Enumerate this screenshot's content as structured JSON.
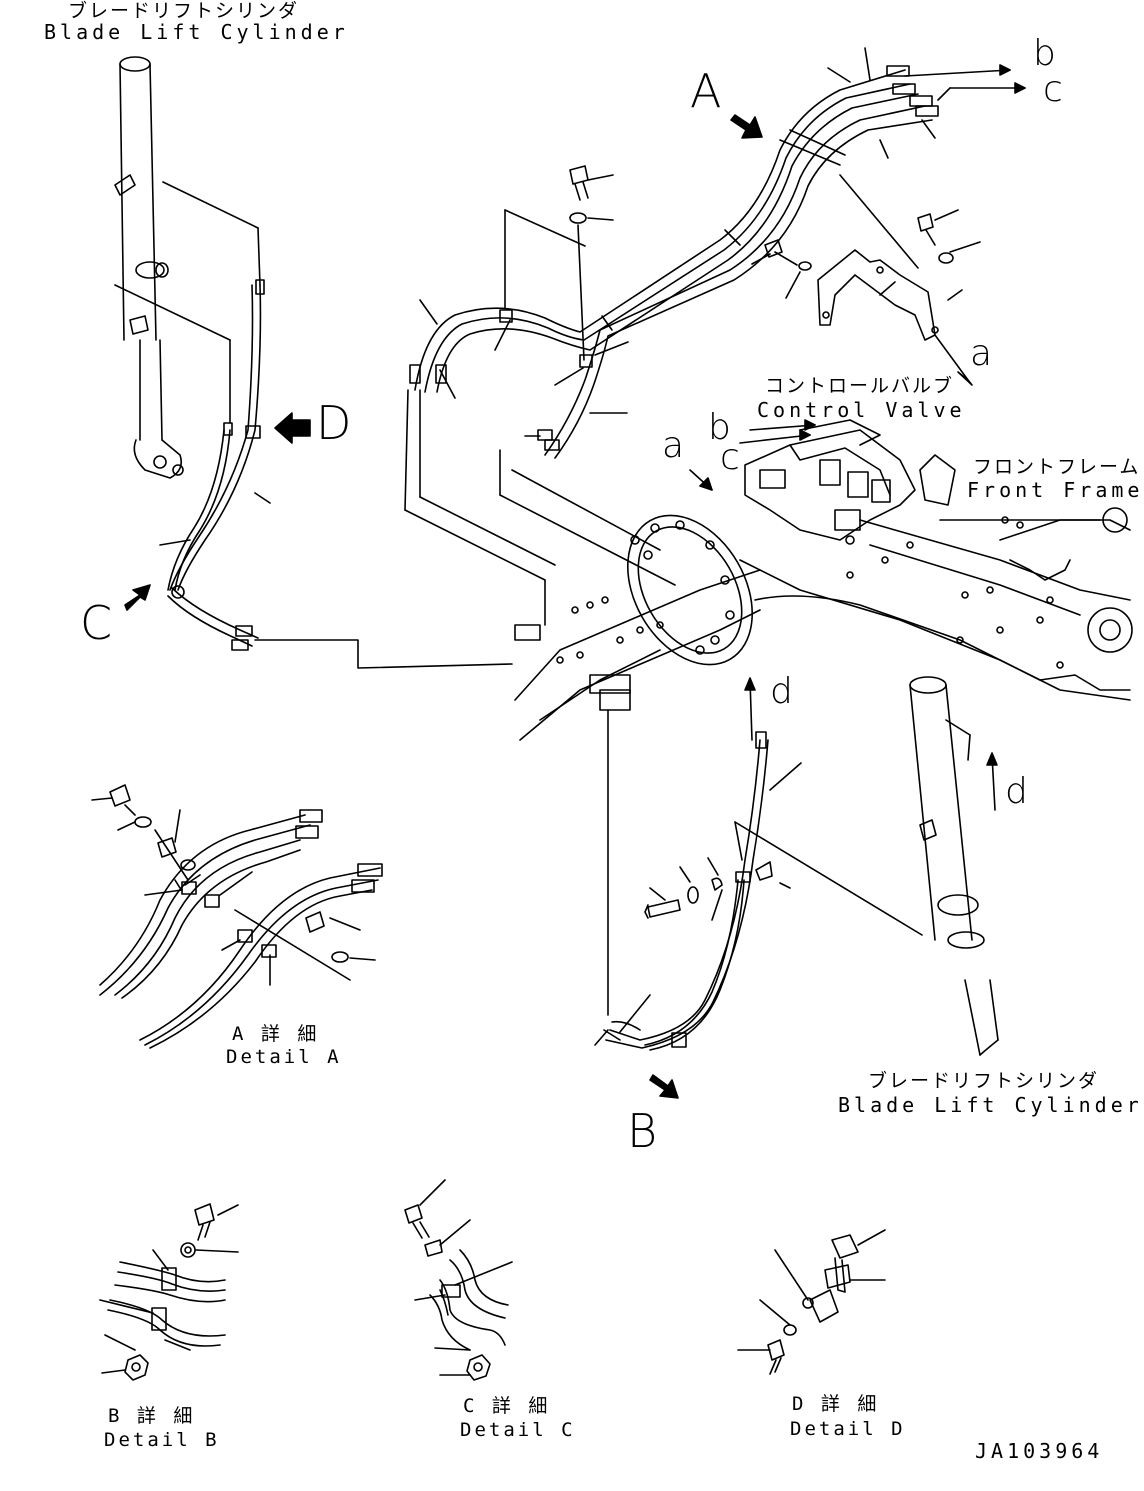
{
  "labels": {
    "blade_lift_cylinder_jp": "ブレードリフトシリンダ",
    "blade_lift_cylinder_en": "Blade Lift Cylinder",
    "control_valve_jp": "コントロールバルブ",
    "control_valve_en": "Control Valve",
    "front_frame_jp": "フロントフレーム",
    "front_frame_en": "Front Frame"
  },
  "views": {
    "A": "A",
    "B": "B",
    "C": "C",
    "D": "D"
  },
  "connections": {
    "a": "a",
    "b": "b",
    "c": "c",
    "d": "d"
  },
  "details": {
    "A": {
      "jp": "A 詳 細",
      "en": "Detail A"
    },
    "B": {
      "jp": "B 詳 細",
      "en": "Detail B"
    },
    "C": {
      "jp": "C 詳 細",
      "en": "Detail C"
    },
    "D": {
      "jp": "D 詳 細",
      "en": "Detail D"
    }
  },
  "drawing_number": "JA103964",
  "colors": {
    "line": "#000000",
    "background": "#ffffff"
  }
}
